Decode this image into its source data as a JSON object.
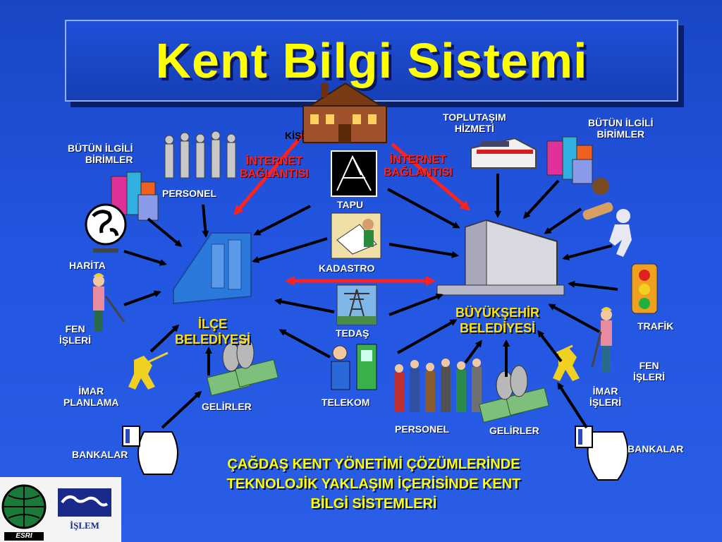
{
  "title": "Kent Bilgi Sistemi",
  "labels": {
    "kisi": "KİŞİ",
    "internet_left_1": "İNTERNET",
    "internet_left_2": "BAĞLANTISI",
    "internet_right_1": "İNTERNET",
    "internet_right_2": "BAĞLANTISI",
    "tapu": "TAPU",
    "kadastro": "KADASTRO",
    "tedas": "TEDAŞ",
    "telekom": "TELEKOM",
    "toplutasim_1": "TOPLUTAŞIM",
    "toplutasim_2": "HİZMETİ",
    "butun_left_1": "BÜTÜN İLGİLİ",
    "butun_left_2": "BİRİMLER",
    "butun_right_1": "BÜTÜN İLGİLİ",
    "butun_right_2": "BİRİMLER",
    "personel_left": "PERSONEL",
    "personel_right": "PERSONEL",
    "harita": "HARİTA",
    "fen_left_1": "FEN",
    "fen_left_2": "İŞLERİ",
    "fen_right_1": "FEN",
    "fen_right_2": "İŞLERİ",
    "imar_left_1": "İMAR",
    "imar_left_2": "PLANLAMA",
    "imar_right_1": "İMAR",
    "imar_right_2": "İŞLERİ",
    "bankalar_left": "BANKALAR",
    "bankalar_right": "BANKALAR",
    "gelirler_left": "GELİRLER",
    "gelirler_right": "GELİRLER",
    "trafik": "TRAFİK",
    "ilce_1": "İLÇE",
    "ilce_2": "BELEDİYESİ",
    "buyuksehir_1": "BÜYÜKŞEHİR",
    "buyuksehir_2": "BELEDİYESİ"
  },
  "bottom_text": {
    "line1": "ÇAĞDAŞ KENT YÖNETİMİ ÇÖZÜMLERİNDE",
    "line2": "TEKNOLOJİK YAKLAŞIM İÇERİSİNDE KENT",
    "line3": "BİLGİ SİSTEMLERİ"
  },
  "logos": {
    "esri": "ESRI",
    "islem": "İŞLEM"
  },
  "colors": {
    "background": "#2255e0",
    "title": "#ffff00",
    "belediye_label": "#ffe000",
    "internet_label": "#ff2020",
    "arrow": "#000000",
    "internet_arrow": "#ff2020"
  }
}
